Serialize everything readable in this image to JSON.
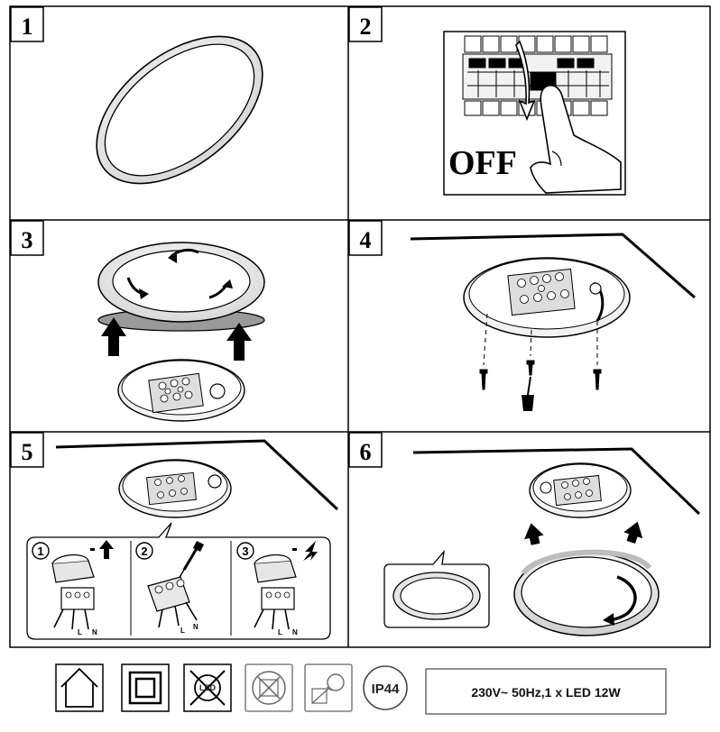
{
  "steps": [
    {
      "number": "1"
    },
    {
      "number": "2",
      "label": "OFF"
    },
    {
      "number": "3"
    },
    {
      "number": "4"
    },
    {
      "number": "5",
      "substeps": [
        "1",
        "2",
        "3"
      ],
      "terminals": [
        "L",
        "N"
      ]
    },
    {
      "number": "6"
    }
  ],
  "icons": [
    "house-icon",
    "double-insulation-icon",
    "led-crossed-icon",
    "no-flammable-surface-icon",
    "lamp-replace-icon",
    "ip44-icon"
  ],
  "ip_rating": "IP44",
  "led_label": "LED",
  "spec": "230V~ 50Hz,1 x LED 12W"
}
